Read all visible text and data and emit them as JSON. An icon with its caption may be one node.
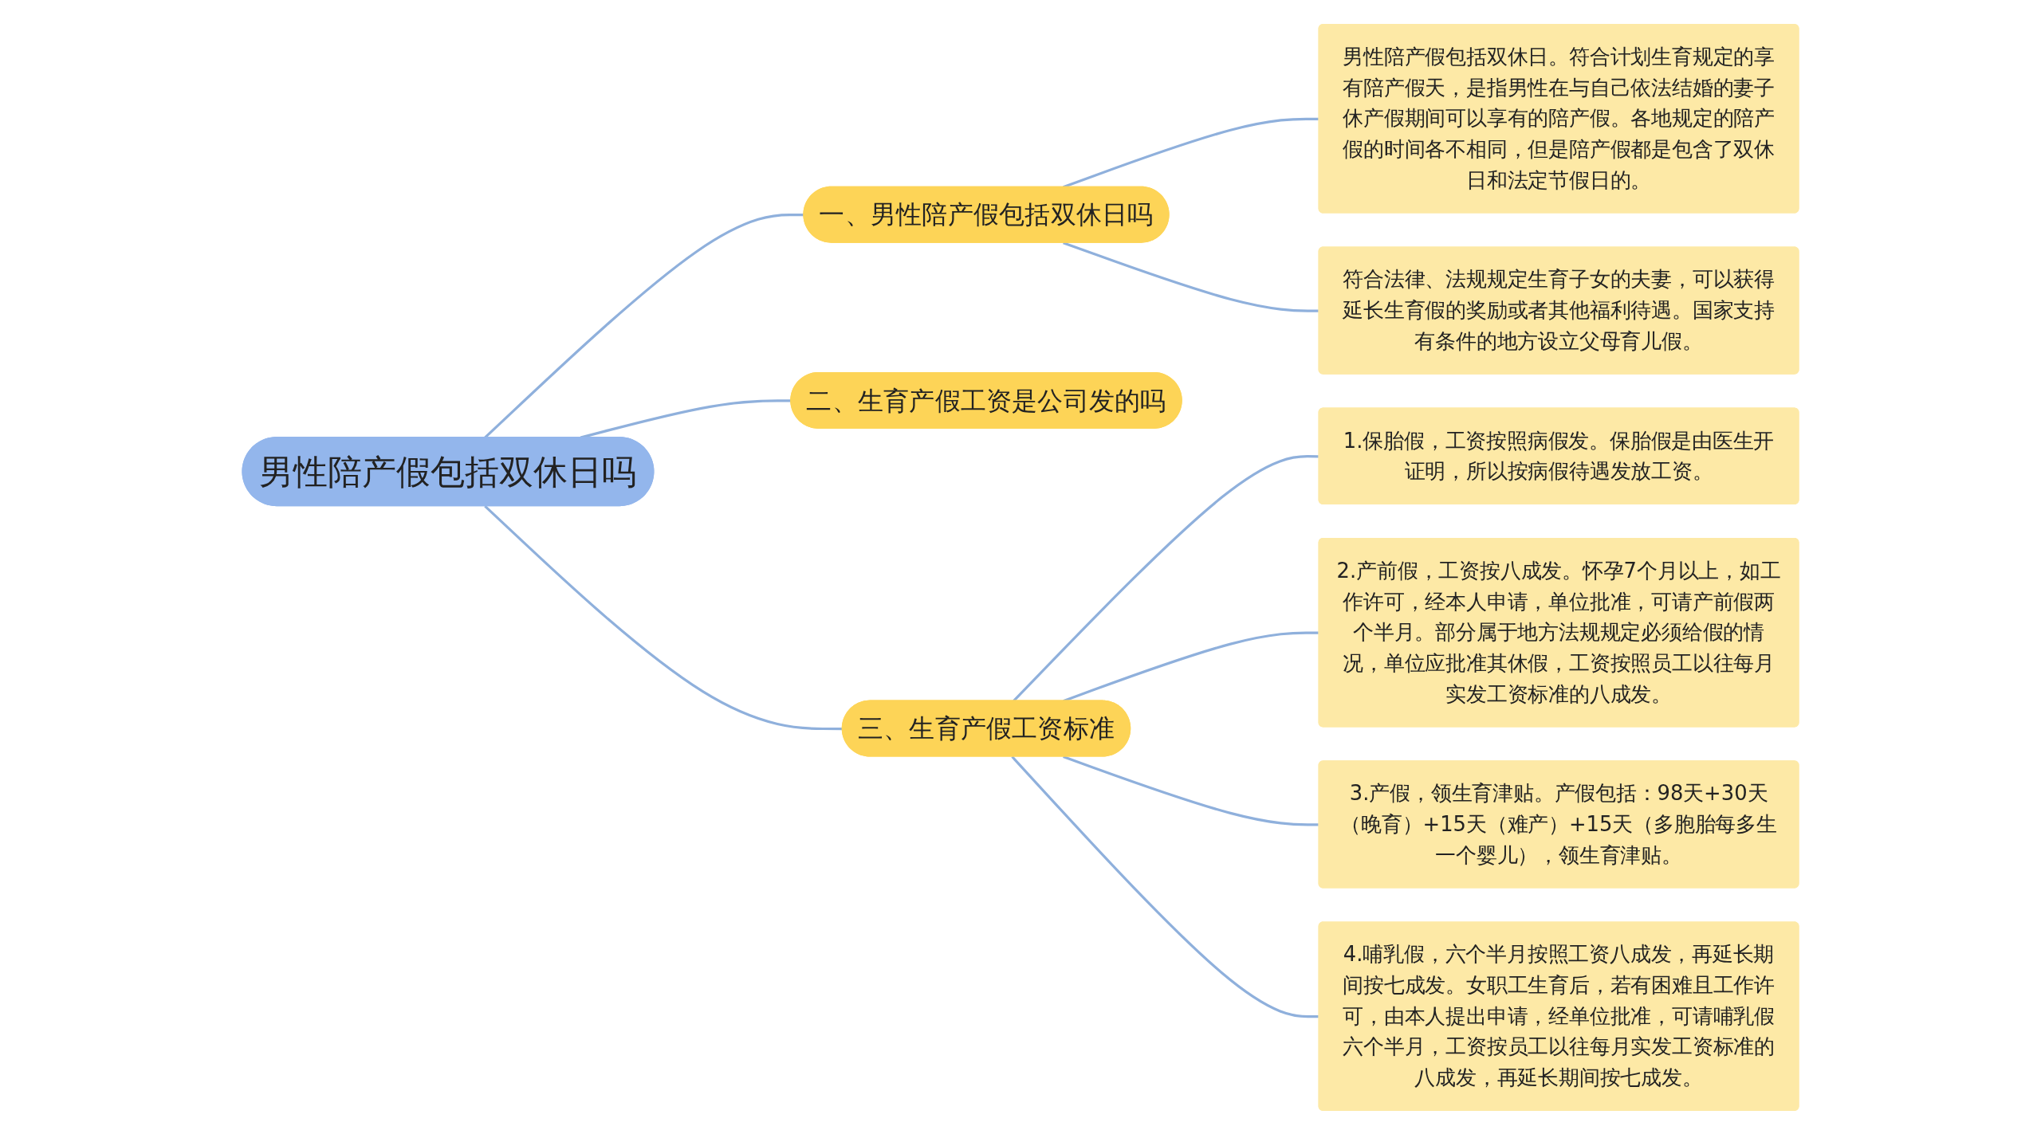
{
  "diagram": {
    "nodes": [
      {
        "text": [
          "男性陪产假包括双休日吗"
        ]
      },
      {
        "text": [
          "一、男性陪产假包括双休日吗"
        ]
      },
      {
        "text": [
          "男性陪产假包括双休日。符合计划生育规定的享有陪产假天，是指男性在与自己依法结婚的妻子休产假期间可以享有的陪产假。各地规定的陪产假的时间各不相同，但是陪产假都是包含了双休日和法定节假日的。"
        ]
      },
      {
        "text": [
          "符合法律、法规规定生育子女的夫妻，可以获得延长生育假的奖励或者其他福利待遇。国家支持有条件的地方设立父母育儿假。"
        ]
      },
      {
        "text": [
          "二、生育产假工资是公司发的吗"
        ]
      },
      {
        "text": [
          "三、生育产假工资标准"
        ]
      },
      {
        "text": [
          "1.保胎假，工资按照病假发。保胎假是由医生开证明，所以按病假待遇发放工资。"
        ]
      },
      {
        "text": [
          "2.产前假，工资按八成发。怀孕7个月以上，如工作许可，经本人申请，单位批准，可请产前假两个半月。部分属于地方法规规定必须给假的情况，单位应批准其休假，工资按照员工以往每月实发工资标准的八成发。"
        ]
      },
      {
        "text": [
          "3.产假，领生育津贴。产假包括：98天+30天（晚育）+15天（难产）+15天（多胞胎每多生一个婴儿），领生育津贴。"
        ]
      },
      {
        "text": [
          "4.哺乳假，六个半月按照工资八成发，再延长期间按七成发。女职工生育后，若有困难且工作许可，由本人提出申请，经单位批准，可请哺乳假六个半月，工资按员工以往每月实发工资标准的八成发，再延长期间按七成发。"
        ]
      }
    ],
    "edges": [
      {
        "from": 0,
        "to": 1,
        "arrow": "none"
      },
      {
        "from": 1,
        "to": 2,
        "arrow": "none"
      },
      {
        "from": 1,
        "to": 3,
        "arrow": "none"
      },
      {
        "from": 0,
        "to": 4,
        "arrow": "none"
      },
      {
        "from": 0,
        "to": 5,
        "arrow": "none"
      },
      {
        "from": 5,
        "to": 6,
        "arrow": "none"
      },
      {
        "from": 5,
        "to": 7,
        "arrow": "none"
      },
      {
        "from": 5,
        "to": 8,
        "arrow": "none"
      },
      {
        "from": 5,
        "to": 9,
        "arrow": "none"
      }
    ]
  }
}
